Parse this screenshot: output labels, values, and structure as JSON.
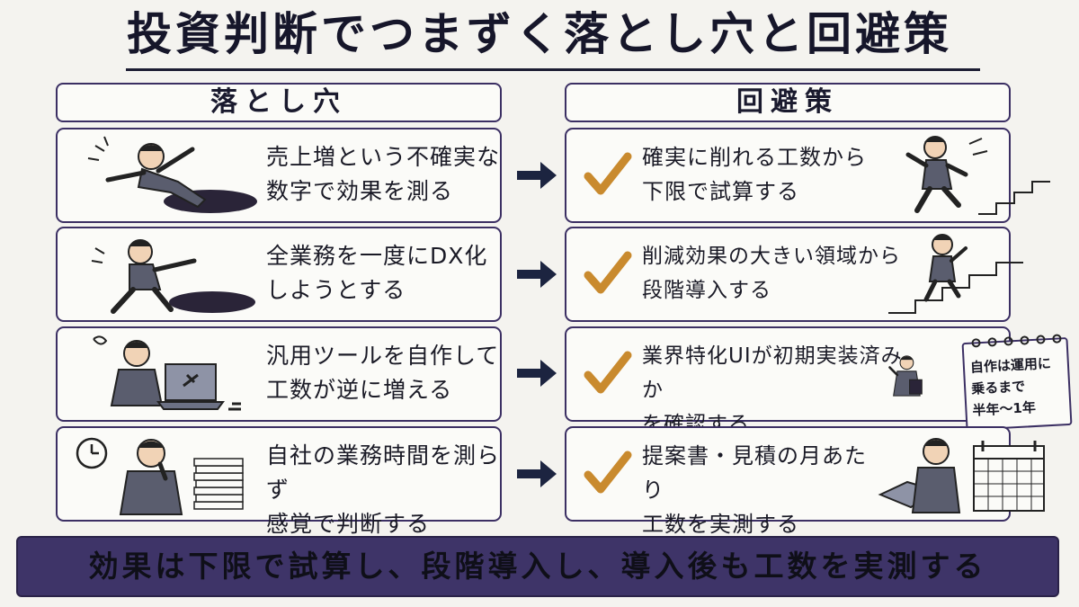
{
  "title": "投資判断でつまずく落とし穴と回避策",
  "columns": {
    "left": "落とし穴",
    "right": "回避策"
  },
  "pitfalls": [
    {
      "text": "売上増という不確実な\n数字で効果を測る"
    },
    {
      "text": "全業務を一度にDX化\nしようとする"
    },
    {
      "text": "汎用ツールを自作して\n工数が逆に増える"
    },
    {
      "text": "自社の業務時間を測らず\n感覚で判断する"
    }
  ],
  "solutions": [
    {
      "text": "確実に削れる工数から\n下限で試算する"
    },
    {
      "text": "削減効果の大きい領域から\n段階導入する"
    },
    {
      "text": "業界特化UIが初期実装済みか\nを確認する"
    },
    {
      "text": "提案書・見積の月あたり\n工数を実測する"
    }
  ],
  "note": {
    "text": "自作は運用に\n乗るまで\n半年〜1年"
  },
  "summary": "効果は下限で試算し、段階導入し、導入後も工数を実測する",
  "colors": {
    "frame": "#3b2f63",
    "band": "#3e3468",
    "check": "#c98a2e",
    "arrow": "#1c2440"
  },
  "icons": {
    "arrow": "right-arrow-icon",
    "check": "checkmark-icon",
    "fall": "falling-man-hole-illustration",
    "stairs": "climbing-stairs-illustration",
    "laptop": "laptop-broken-illustration",
    "clock": "clock-icon",
    "calendar": "calendar-icon"
  }
}
